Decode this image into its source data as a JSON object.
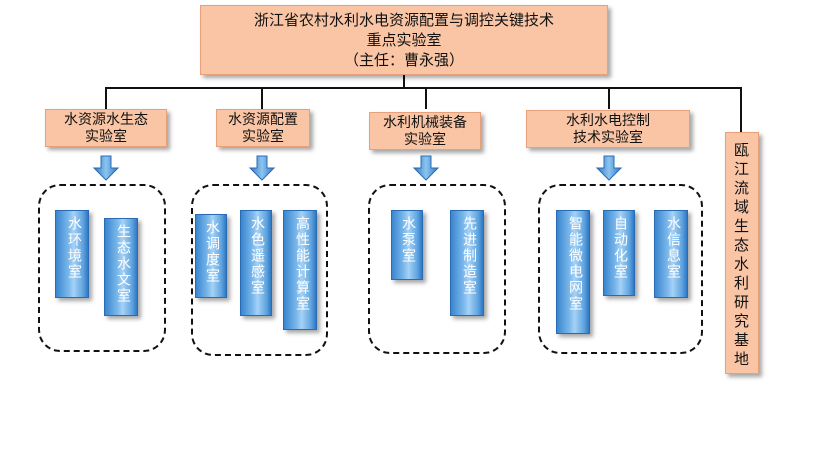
{
  "title": {
    "line1": "浙江省农村水利水电资源配置与调控关键技术",
    "line2": "重点实验室",
    "line3": "（主任：曹永强）"
  },
  "labs": [
    {
      "line1": "水资源水生态",
      "line2": "实验室",
      "subs": [
        "水环境室",
        "生态水文室"
      ]
    },
    {
      "line1": "水资源配置",
      "line2": "实验室",
      "subs": [
        "水调度室",
        "水色遥感室",
        "高性能计算室"
      ]
    },
    {
      "line1": "水利机械装备",
      "line2": "实验室",
      "subs": [
        "水泵室",
        "先进制造室"
      ]
    },
    {
      "line1": "水利水电控制",
      "line2": "技术实验室",
      "subs": [
        "智能微电网室",
        "自动化室",
        "水信息室"
      ]
    }
  ],
  "base": "瓯江流域生态水利研究基地",
  "colors": {
    "peach": "#f9c5a5",
    "blue": "#5ea3df",
    "line": "#111111"
  }
}
